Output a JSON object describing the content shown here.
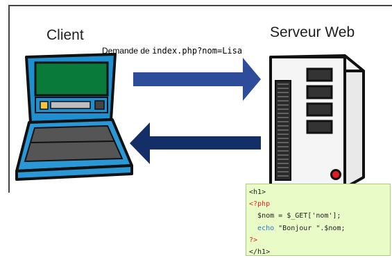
{
  "diagram": {
    "client_label": "Client",
    "server_label": "Serveur Web",
    "request_label_text": "Demande de",
    "request_label_code": "index.php?nom=Lisa",
    "colors": {
      "arrow_request": "#2d4d9b",
      "arrow_response": "#142f67",
      "laptop_blue": "#2a97d6",
      "laptop_screen": "#0a7a3a",
      "code_bg": "#e9fbc7"
    }
  },
  "code": {
    "line1": "<h1>",
    "line2": "<?php",
    "line3_indent": "  ",
    "line3": "$nom = $_GET['nom'];",
    "line4_indent": "  ",
    "line4_keyword": "echo",
    "line4_rest": " \"Bonjour \".$nom;",
    "line5": "?>",
    "line6": "</h1>"
  }
}
